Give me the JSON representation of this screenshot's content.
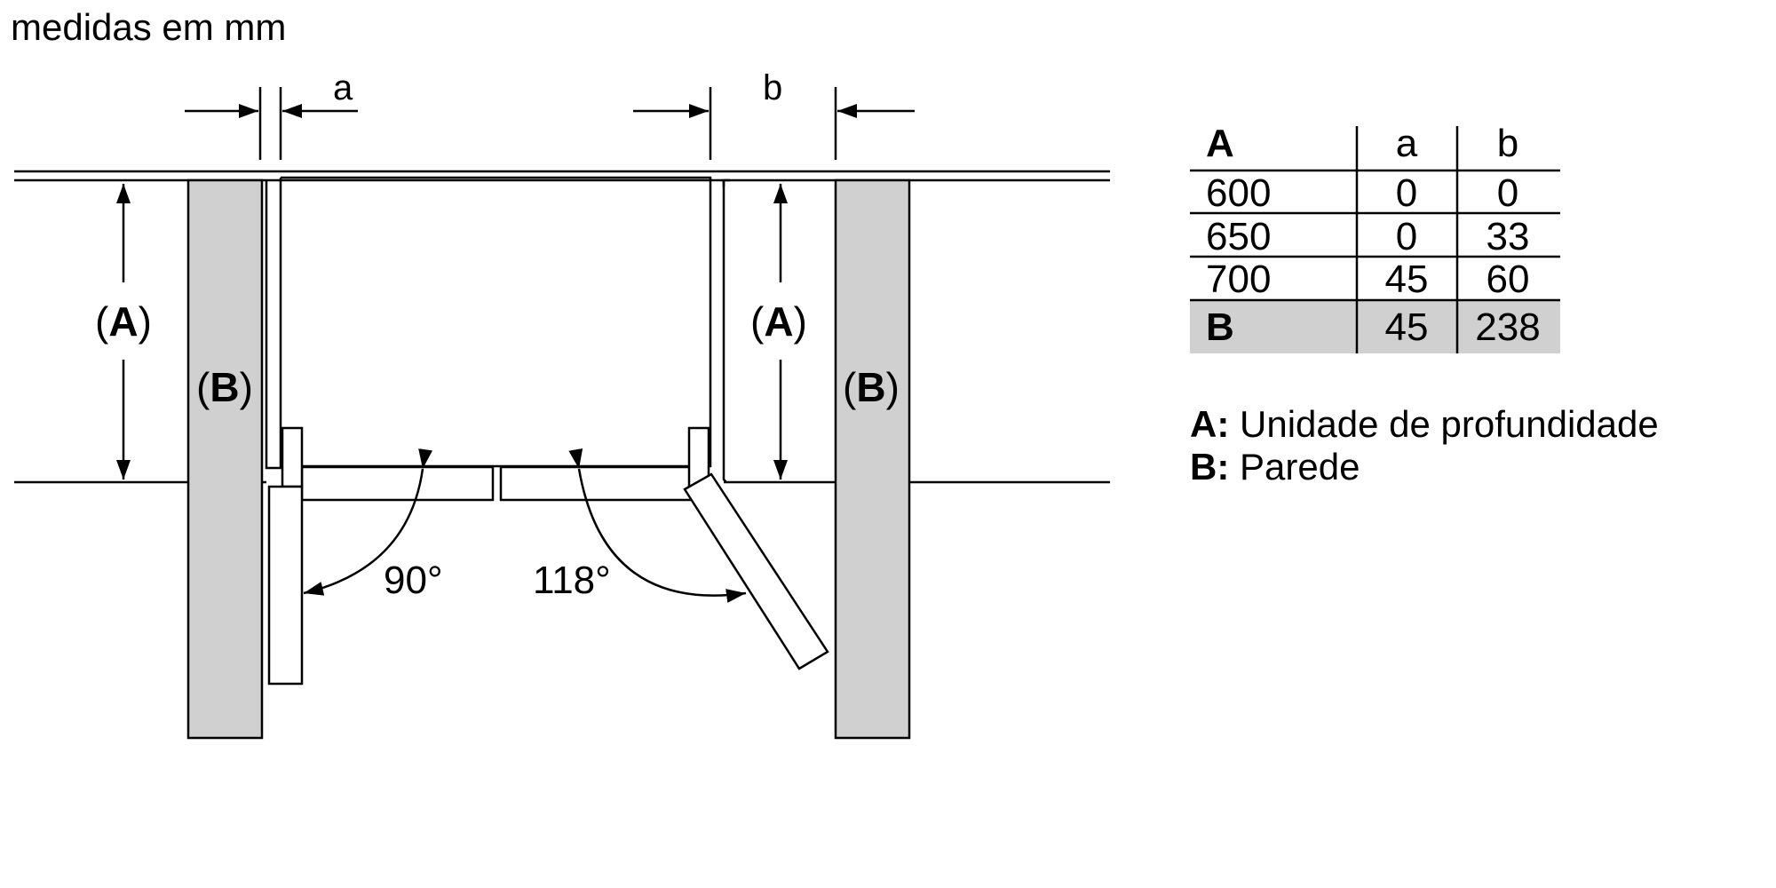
{
  "units_label": "medidas em mm",
  "dimension_labels": {
    "a": "a",
    "b": "b",
    "A_open": "(",
    "A_letter": "A",
    "A_close": ")",
    "B_open": "(",
    "B_letter": "B",
    "B_close": ")"
  },
  "angles": {
    "left": "90°",
    "right": "118°"
  },
  "colors": {
    "wall_fill": "#d0d0d0",
    "line": "#000000",
    "table_highlight": "#d0d0d0"
  },
  "table": {
    "headers": [
      "A",
      "a",
      "b"
    ],
    "rows": [
      [
        "600",
        "0",
        "0"
      ],
      [
        "650",
        "0",
        "33"
      ],
      [
        "700",
        "45",
        "60"
      ],
      [
        "B",
        "45",
        "238"
      ]
    ]
  },
  "legend": [
    {
      "key": "A:",
      "text": "Unidade de profundidade"
    },
    {
      "key": "B:",
      "text": "Parede"
    }
  ]
}
